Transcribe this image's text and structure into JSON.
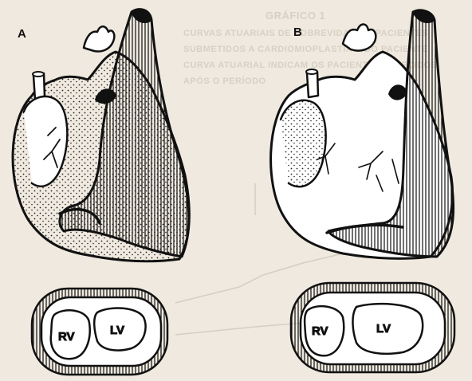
{
  "labels": {
    "panel_a": "A",
    "panel_b": "B",
    "rv": "RV",
    "lv": "LV"
  },
  "background_bleed": {
    "title": "GRÁFICO 1",
    "lines": [
      "CURVAS ATUARIAIS DE SOBREVIDA DOS PACIENTES",
      "SUBMETIDOS A CARDIOMIOPLASTIA E DO PACIENTE",
      "CURVA ATUARIAL INDICAM OS PACIENTES FALECIDOS",
      "APÓS O PERÍODO"
    ]
  },
  "colors": {
    "paper": "#efe9df",
    "ink": "#111111",
    "bleed": "#d8d0c4"
  }
}
